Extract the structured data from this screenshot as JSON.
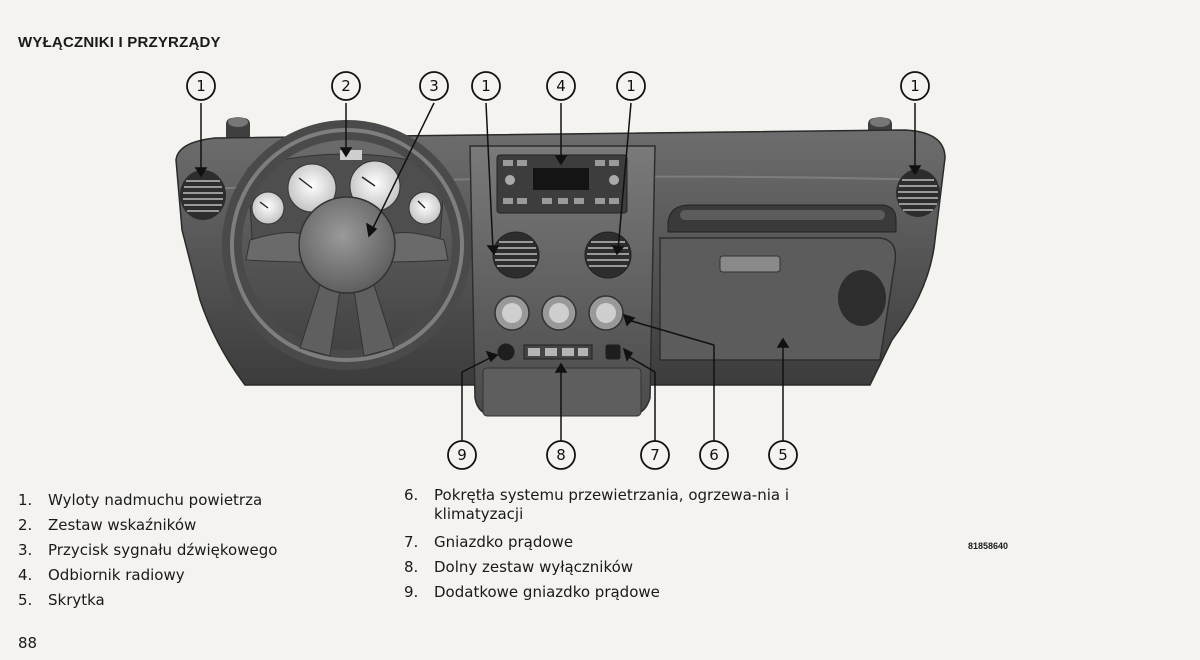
{
  "header": {
    "title": "WYŁĄCZNIKI I PRZYRZĄDY"
  },
  "figure": {
    "callouts": [
      {
        "label": "1",
        "target": "left-side-air-vent"
      },
      {
        "label": "2",
        "target": "instrument-cluster"
      },
      {
        "label": "3",
        "target": "horn-button"
      },
      {
        "label": "1",
        "target": "center-left-air-vent"
      },
      {
        "label": "4",
        "target": "radio-receiver"
      },
      {
        "label": "1",
        "target": "center-right-air-vent"
      },
      {
        "label": "1",
        "target": "right-side-air-vent"
      },
      {
        "label": "9",
        "target": "auxiliary-power-outlet"
      },
      {
        "label": "8",
        "target": "lower-switch-bank"
      },
      {
        "label": "7",
        "target": "power-outlet"
      },
      {
        "label": "6",
        "target": "climate-control-knobs"
      },
      {
        "label": "5",
        "target": "glove-box"
      }
    ],
    "code": "81858640"
  },
  "legend": {
    "left": [
      {
        "num": "1.",
        "text": "Wyloty nadmuchu powietrza"
      },
      {
        "num": "2.",
        "text": "Zestaw wskaźników"
      },
      {
        "num": "3.",
        "text": "Przycisk sygnału dźwiękowego"
      },
      {
        "num": "4.",
        "text": "Odbiornik radiowy"
      },
      {
        "num": "5.",
        "text": "Skrytka"
      }
    ],
    "right": [
      {
        "num": "6.",
        "text": "Pokrętła systemu przewietrzania, ogrzewa-nia i klimatyzacji"
      },
      {
        "num": "7.",
        "text": "Gniazdko prądowe"
      },
      {
        "num": "8.",
        "text": "Dolny zestaw wyłączników"
      },
      {
        "num": "9.",
        "text": "Dodatkowe gniazdko prądowe"
      }
    ]
  },
  "footer": {
    "page_number": "88"
  }
}
